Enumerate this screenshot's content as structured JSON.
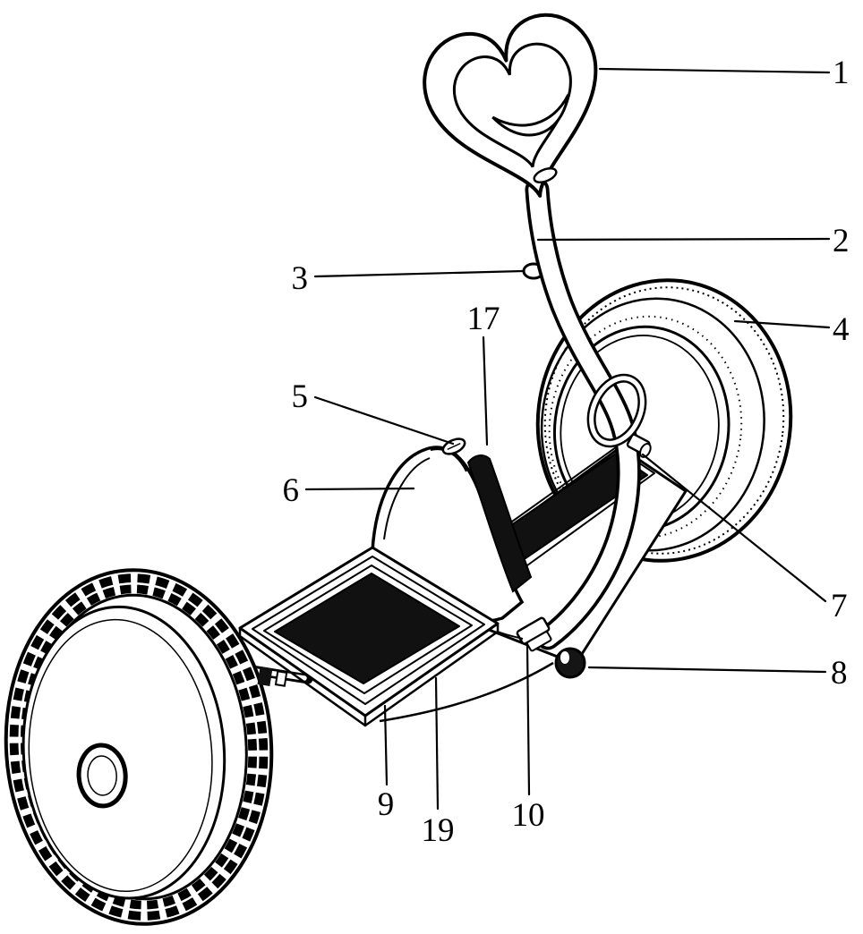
{
  "figure": {
    "background": "#ffffff",
    "line_color": "#000000",
    "panel_color": "#111111"
  },
  "labels": [
    {
      "text": "1"
    },
    {
      "text": "2"
    },
    {
      "text": "3"
    },
    {
      "text": "4"
    },
    {
      "text": "5"
    },
    {
      "text": "6"
    },
    {
      "text": "7"
    },
    {
      "text": "8"
    },
    {
      "text": "9"
    },
    {
      "text": "10"
    },
    {
      "text": "17"
    },
    {
      "text": "19"
    }
  ]
}
